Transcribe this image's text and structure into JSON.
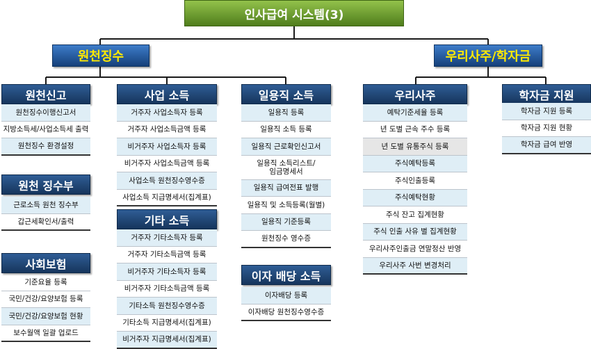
{
  "title": "인사급여 시스템(3)",
  "groups": {
    "withholding": "원천징수",
    "stock": "우리사주/학자금"
  },
  "sections": [
    {
      "title": "원천신고",
      "items": [
        {
          "label": "원천징수이행신고서",
          "shade": true
        },
        {
          "label": "지방소득세/사업소득세 출력",
          "shade": false
        },
        {
          "label": "원천징수 환경설정",
          "shade": true
        }
      ]
    },
    {
      "title": "원천 징수부",
      "items": [
        {
          "label": "근로소득 원천 징수부",
          "shade": true
        },
        {
          "label": "갑근세확인서/출력",
          "shade": false
        }
      ]
    },
    {
      "title": "사회보험",
      "items": [
        {
          "label": "기준요율 등록",
          "shade": false
        },
        {
          "label": "국민/건강/요양보험 등록",
          "shade": false
        },
        {
          "label": "국민/건강/요양보험 현황",
          "shade": true
        },
        {
          "label": "보수월액 일괄 업로드",
          "shade": false
        }
      ]
    },
    {
      "title": "사업 소득",
      "items": [
        {
          "label": "거주자 사업소득자 등록",
          "shade": true
        },
        {
          "label": "거주자 사업소득금액 등록",
          "shade": false
        },
        {
          "label": "비거주자 사업소득자 등록",
          "shade": true
        },
        {
          "label": "비거주자 사업소득금액 등록",
          "shade": false
        },
        {
          "label": "사업소득 원천징수영수증",
          "shade": true
        },
        {
          "label": "사업소득 지급명세서(집계표)",
          "shade": false
        }
      ]
    },
    {
      "title": "기타 소득",
      "items": [
        {
          "label": "거주자 기타소득자 등록",
          "shade": true
        },
        {
          "label": "거주자 기타소득금액 등록",
          "shade": false
        },
        {
          "label": "비거주자 기타소득자 등록",
          "shade": true
        },
        {
          "label": "비거주자 기타소득금액 등록",
          "shade": false
        },
        {
          "label": "기타소득 원천징수영수증",
          "shade": true
        },
        {
          "label": "기타소득 지급명세서(집계표)",
          "shade": false
        },
        {
          "label": "비거주자 지급명세서(집계표)",
          "shade": true
        }
      ]
    },
    {
      "title": "일용직 소득",
      "items": [
        {
          "label": "일용직 등록",
          "shade": true
        },
        {
          "label": "일용직 소득 등록",
          "shade": false
        },
        {
          "label": "일용직 근로확인신고서",
          "shade": true
        },
        {
          "label": "일용직 소득리스트/\n임금명세서",
          "shade": false,
          "tall": true
        },
        {
          "label": "일용직 급여전표 발행",
          "shade": true
        },
        {
          "label": "일용직 및 소득등록(월별)",
          "shade": false
        },
        {
          "label": "일용직 기준등록",
          "shade": true
        },
        {
          "label": "원천징수 영수증",
          "shade": false
        }
      ]
    },
    {
      "title": "이자 배당 소득",
      "items": [
        {
          "label": "이자배당 등록",
          "shade": true
        },
        {
          "label": "이자배당 원천징수영수증",
          "shade": false
        }
      ]
    },
    {
      "title": "우리사주",
      "items": [
        {
          "label": "예탁기준세율 등록",
          "shade": true
        },
        {
          "label": "년 도별 근속 주수 등록",
          "shade": false
        },
        {
          "label": "년 도별 유통주식 등록",
          "grey": true
        },
        {
          "label": "주식예탁등록",
          "shade": true
        },
        {
          "label": "주식인출등록",
          "shade": false
        },
        {
          "label": "주식예탁현황",
          "shade": true
        },
        {
          "label": "주식 잔고 집계현황",
          "shade": false
        },
        {
          "label": "주식 인출 사유 별 집계현황",
          "shade": true
        },
        {
          "label": "우리사주인출금 연말정산 반영",
          "shade": false
        },
        {
          "label": "우리사주 사번 변경처리",
          "shade": true
        }
      ]
    },
    {
      "title": "학자금 지원",
      "items": [
        {
          "label": "학자금 지원 등록",
          "shade": true
        },
        {
          "label": "학자금 지원 현황",
          "shade": false
        },
        {
          "label": "학자금 급여 반영",
          "shade": true
        }
      ]
    }
  ]
}
